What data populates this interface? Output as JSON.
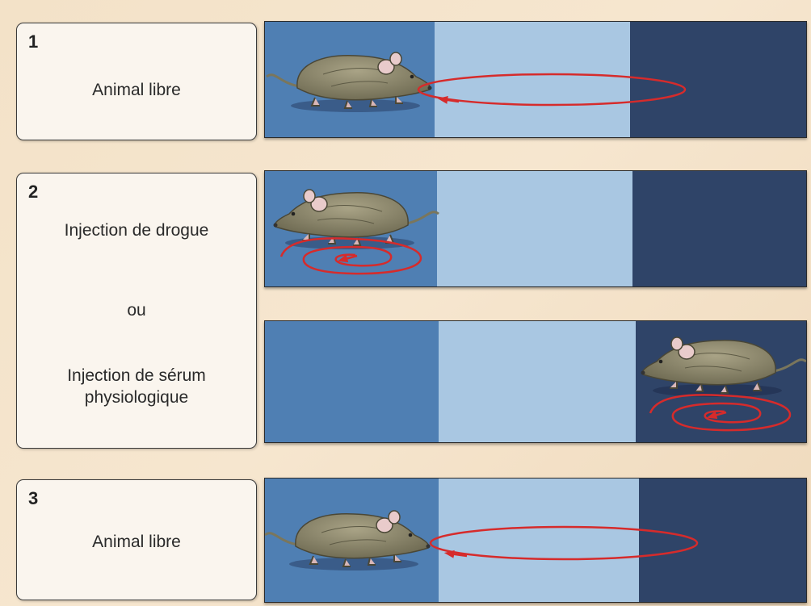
{
  "steps": [
    {
      "number": "1",
      "label": "Animal libre"
    },
    {
      "number": "2",
      "label_drug": "Injection de drogue",
      "label_or": "ou",
      "label_serum_line1": "Injection de sérum",
      "label_serum_line2": "physiologique"
    },
    {
      "number": "3",
      "label": "Animal libre"
    }
  ],
  "colors": {
    "left_compartment": "#4f7fb3",
    "middle_compartment": "#a9c7e2",
    "right_compartment": "#2f4468",
    "path_arrow": "#d62b2b",
    "mouse_body": "#8a8466"
  },
  "icons": [
    "mouse-icon",
    "loop-path-arrow-icon",
    "spiral-path-arrow-icon"
  ]
}
